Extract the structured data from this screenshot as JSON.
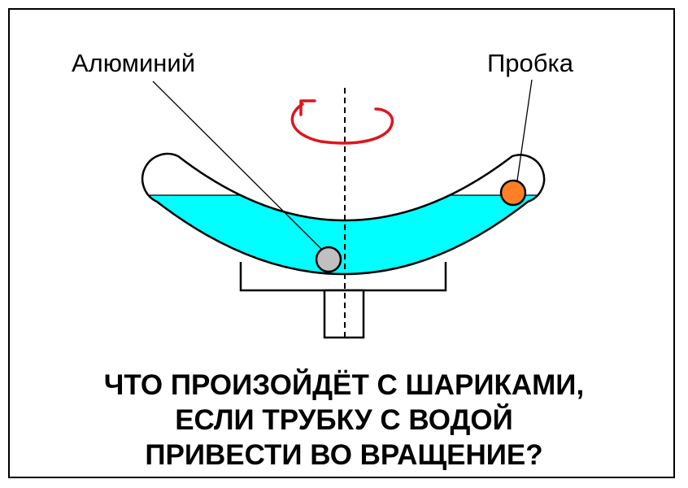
{
  "labels": {
    "aluminum": "Алюминий",
    "cork": "Пробка"
  },
  "question": {
    "line1": "ЧТО ПРОИЗОЙДЁТ С ШАРИКАМИ,",
    "line2": "ЕСЛИ ТРУБКУ С ВОДОЙ",
    "line3": "ПРИВЕСТИ ВО ВРАЩЕНИЕ?"
  },
  "colors": {
    "water": "#00ffff",
    "aluminum_ball": "#c0c0c0",
    "cork_ball": "#ff7f27",
    "rotation_arrow": "#e0141e",
    "outline": "#000000"
  }
}
